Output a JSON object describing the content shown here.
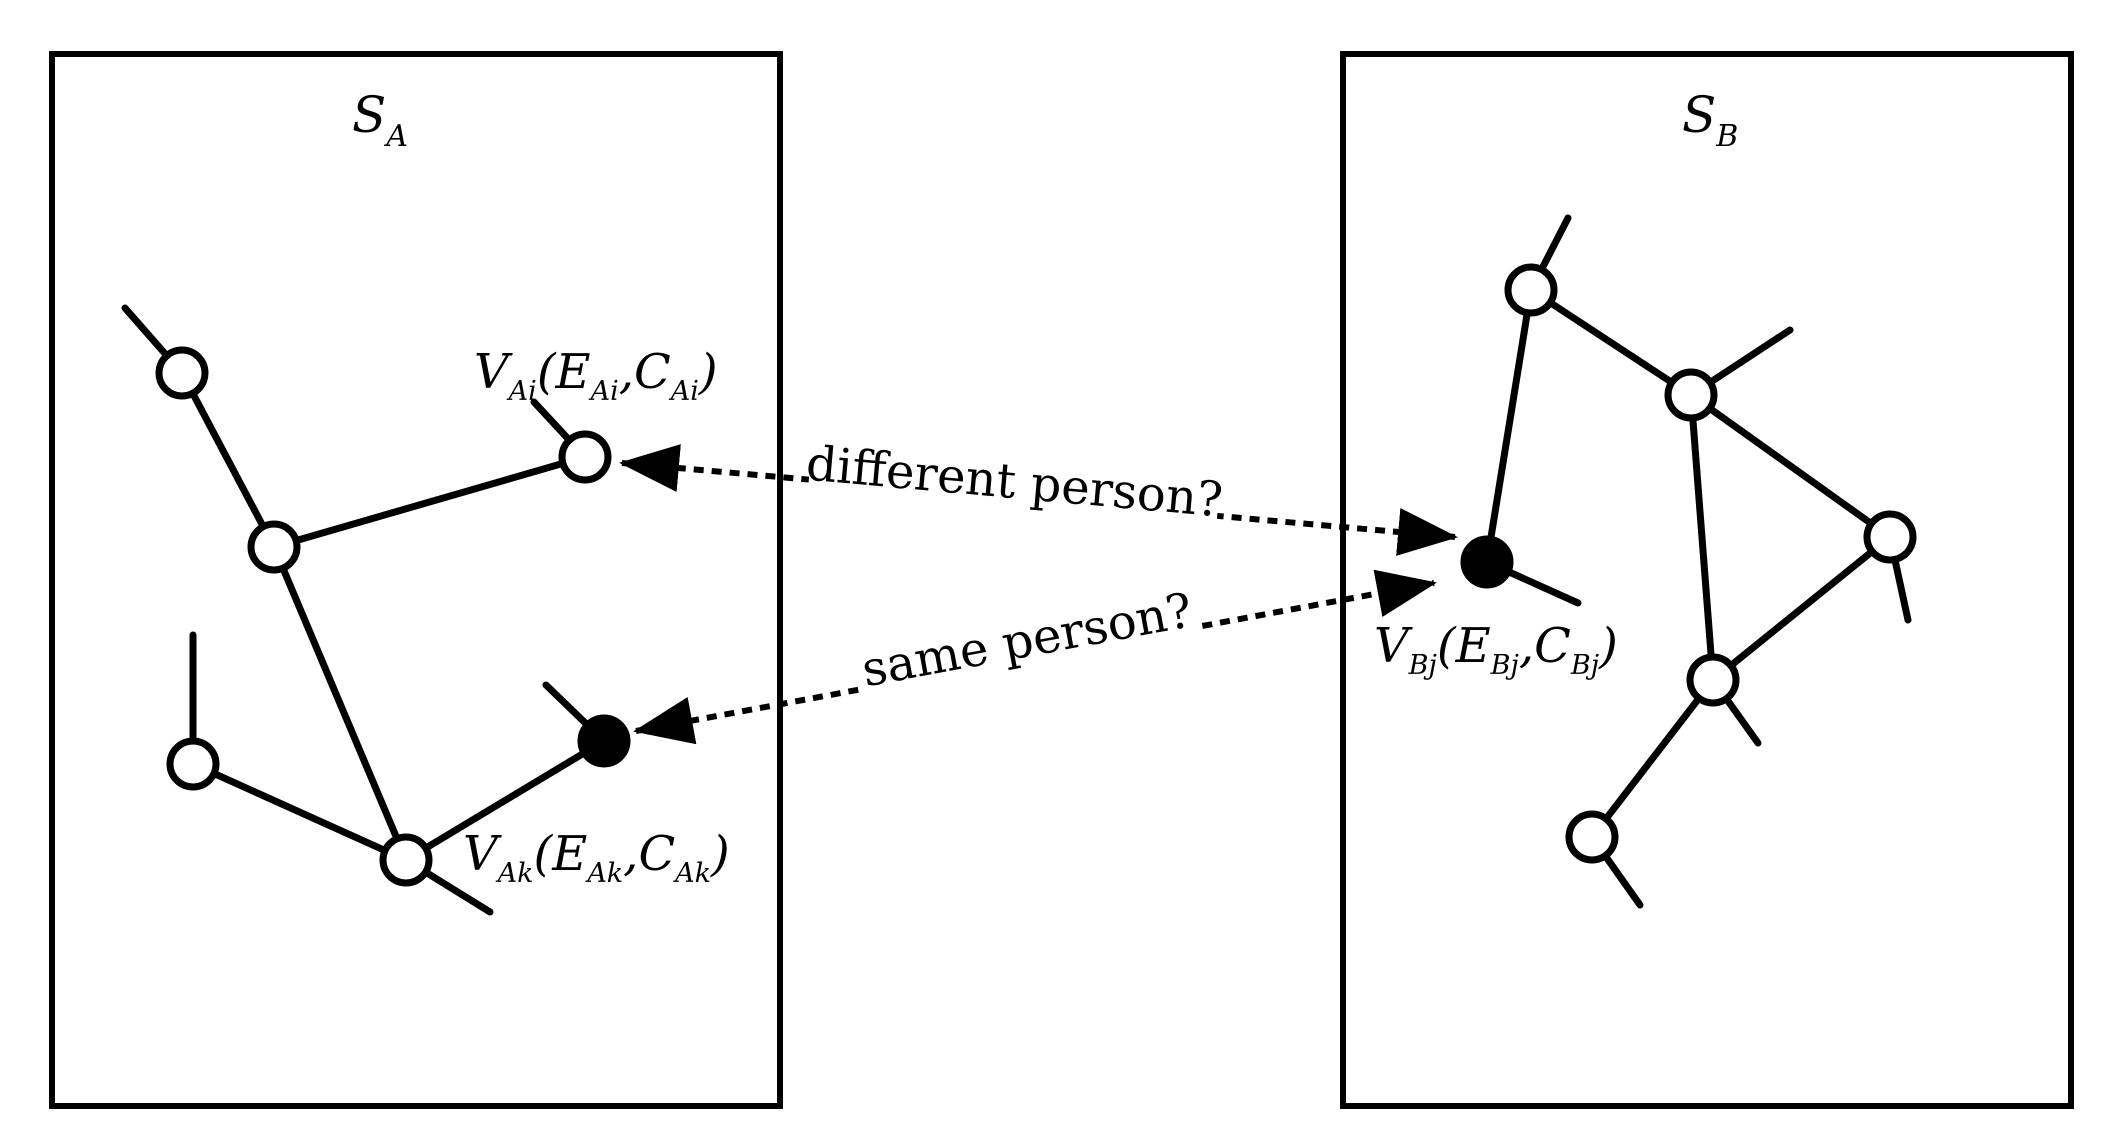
{
  "panels": {
    "left": {
      "title_main": "S",
      "title_sub": "A"
    },
    "right": {
      "title_main": "S",
      "title_sub": "B"
    }
  },
  "labels": {
    "vai": {
      "v": "V",
      "v_sub": "Ai",
      "open": "(",
      "e": "E",
      "e_sub": "Ai",
      "comma": ",",
      "c": "C",
      "c_sub": "Ai",
      "close": ")"
    },
    "vak": {
      "v": "V",
      "v_sub": "Ak",
      "open": "(",
      "e": "E",
      "e_sub": "Ak",
      "comma": ",",
      "c": "C",
      "c_sub": "Ak",
      "close": ")"
    },
    "vbj": {
      "v": "V",
      "v_sub": "Bj",
      "open": "(",
      "e": "E",
      "e_sub": "Bj",
      "comma": ",",
      "c": "C",
      "c_sub": "Bj",
      "close": ")"
    }
  },
  "arrows": {
    "different": "different person?",
    "same": "same person?"
  },
  "colors": {
    "stroke": "#000000",
    "node_fill_empty": "#ffffff",
    "node_fill_selected": "#000000"
  }
}
